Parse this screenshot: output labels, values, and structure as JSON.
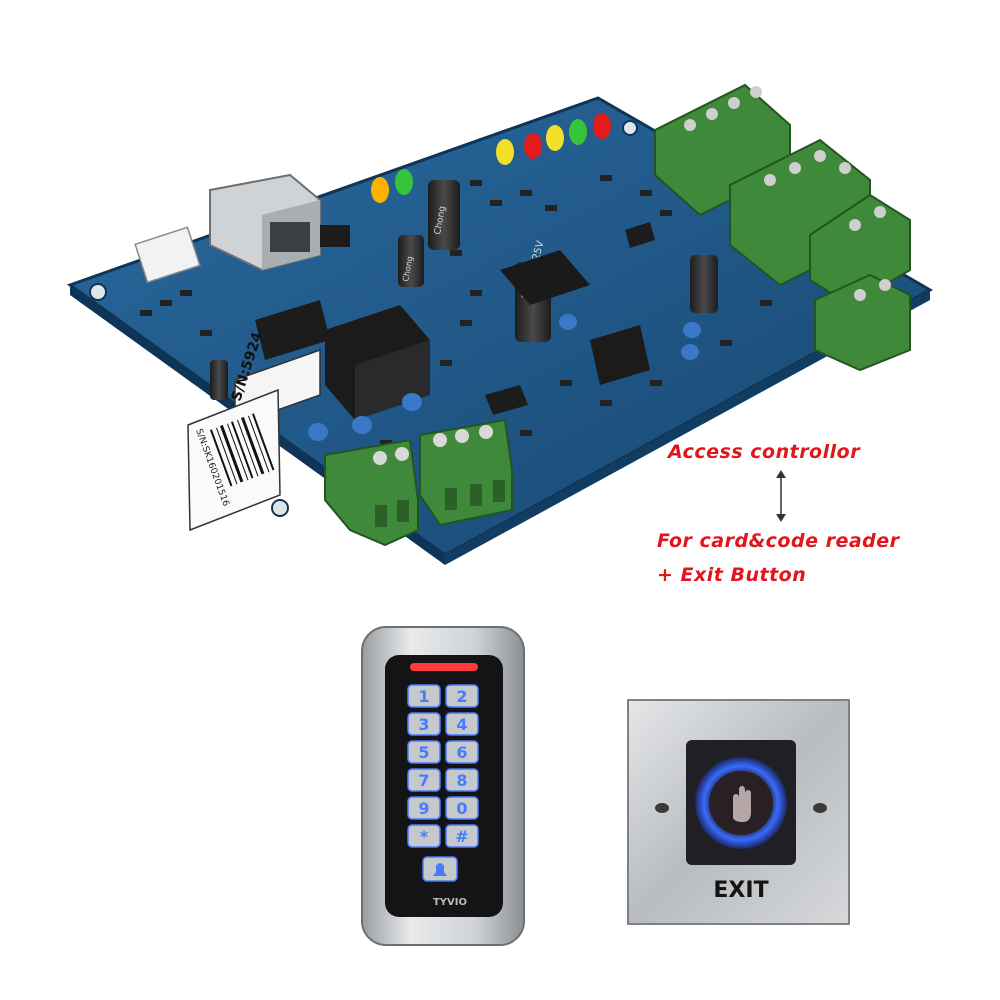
{
  "captions": {
    "controller": "Access controllor",
    "reader": "For card&code reader",
    "exit_button": "+ Exit Button"
  },
  "board": {
    "serial_label": "S/N:5924",
    "barcode_text": "S/N:SK160201516"
  },
  "capacitor_labels": {
    "main": "1000μF 25V",
    "small_a": "Chong",
    "small_b": "Chong"
  },
  "keypad": {
    "keys": [
      "1",
      "2",
      "3",
      "4",
      "5",
      "6",
      "7",
      "8",
      "9",
      "0",
      "*",
      "#"
    ],
    "brand": "TYVIO"
  },
  "exit_plate": {
    "label": "EXIT"
  },
  "colors": {
    "pcb": "#1f5a8a",
    "caption": "#e0161b",
    "terminal": "#3f8a3a",
    "key_glow": "#4a7bff"
  }
}
